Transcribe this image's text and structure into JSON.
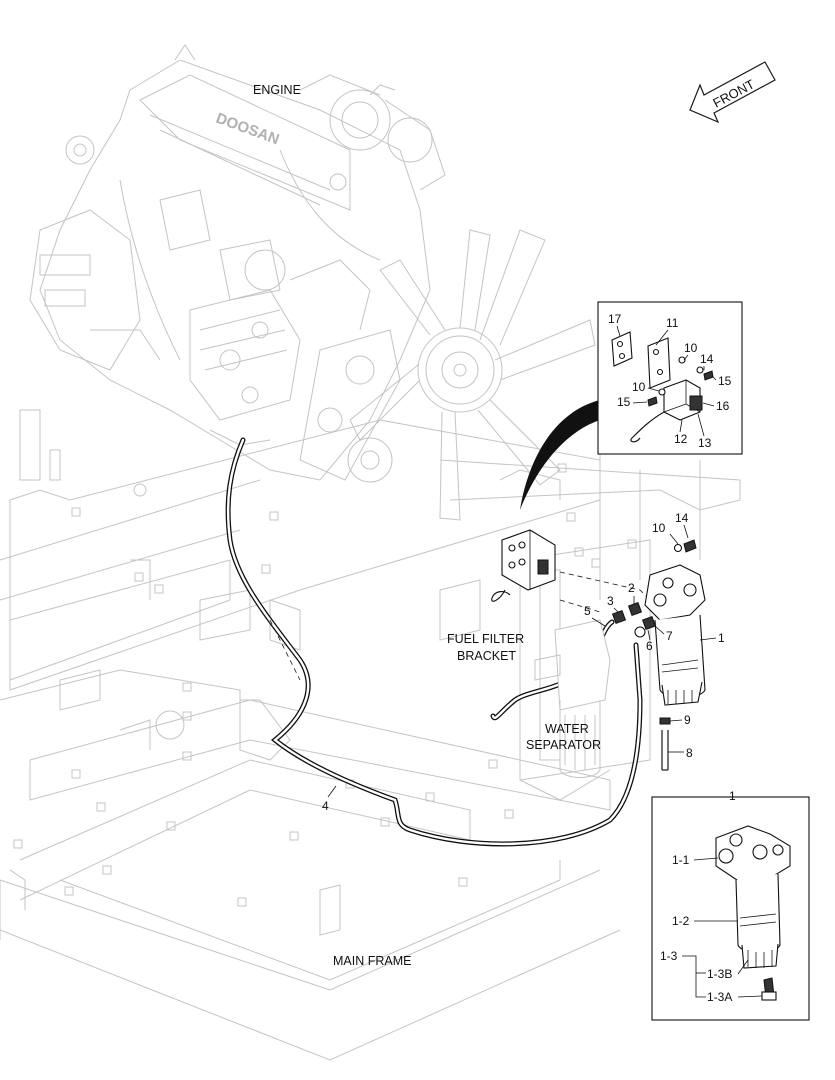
{
  "labels": {
    "engine": "ENGINE",
    "front": "FRONT",
    "fuel_filter_bracket_line1": "FUEL FILTER",
    "fuel_filter_bracket_line2": "BRACKET",
    "water_separator_line1": "WATER",
    "water_separator_line2": "SEPARATOR",
    "main_frame": "MAIN FRAME"
  },
  "callouts_main": [
    "10",
    "14",
    "2",
    "3",
    "5",
    "6",
    "7",
    "1",
    "9",
    "8",
    "4"
  ],
  "callouts_bracket_inset": [
    "17",
    "11",
    "10",
    "14",
    "15",
    "10",
    "15",
    "16",
    "12",
    "13"
  ],
  "callouts_filter_inset": {
    "title": "1",
    "items": [
      "1-1",
      "1-2",
      "1-3",
      "1-3B",
      "1-3A"
    ]
  },
  "brand_stamp": "DOOSAN"
}
